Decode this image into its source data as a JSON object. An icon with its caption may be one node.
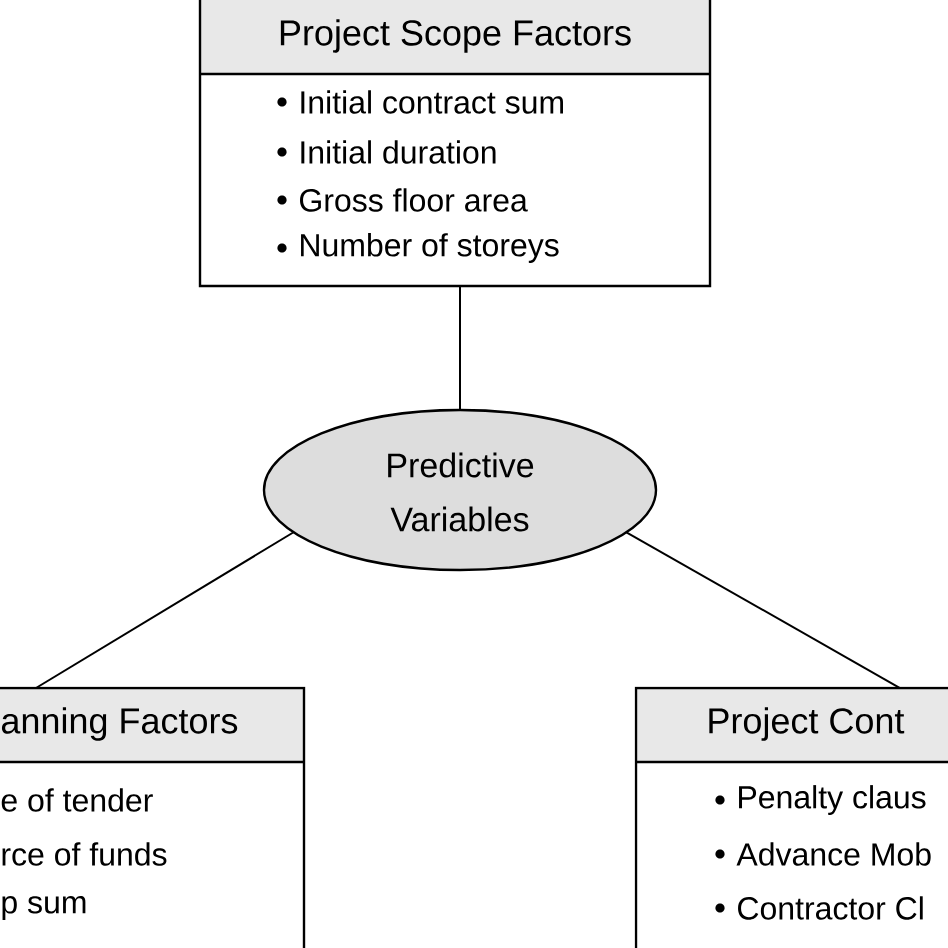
{
  "diagram": {
    "nodes": [
      {
        "text": [
          "Project Scope Factors",
          "Initial contract sum",
          "Initial duration",
          "Gross floor area",
          "Number of storeys"
        ]
      },
      {
        "text": [
          "Predictive Variables"
        ]
      },
      {
        "text": [
          "anning Factors",
          "e of tender",
          "rce of funds",
          "p sum"
        ]
      },
      {
        "text": [
          "Project Cont",
          "Penalty claus",
          "Advance Mob",
          "Contractor Cl"
        ]
      }
    ],
    "edges": [
      {
        "from": 0,
        "to": 1,
        "arrow": "none"
      },
      {
        "from": 1,
        "to": 2,
        "arrow": "none"
      },
      {
        "from": 1,
        "to": 3,
        "arrow": "none"
      }
    ]
  }
}
